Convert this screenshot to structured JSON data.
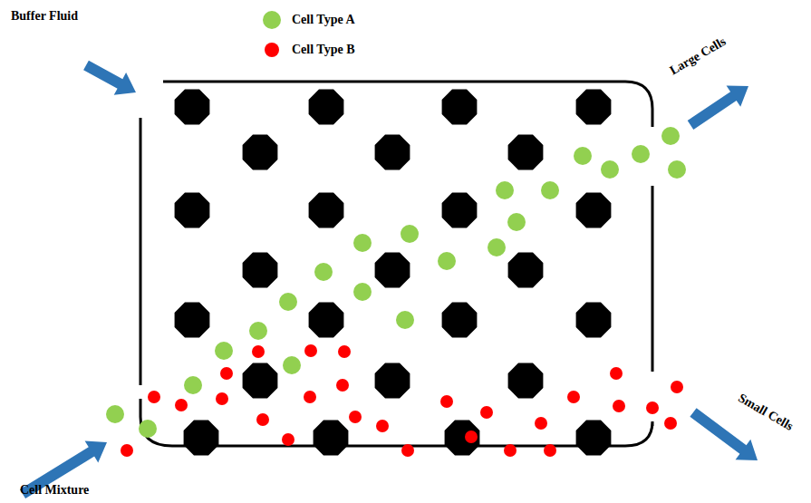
{
  "diagram": {
    "labels": [
      "Buffer Fluid",
      "Large Cells",
      "Small Cells",
      "Cell Mixture"
    ],
    "legend": [
      {
        "text": "Cell Type A",
        "color": "#92d050"
      },
      {
        "text": "Cell Type B",
        "color": "#ff0000"
      }
    ]
  }
}
